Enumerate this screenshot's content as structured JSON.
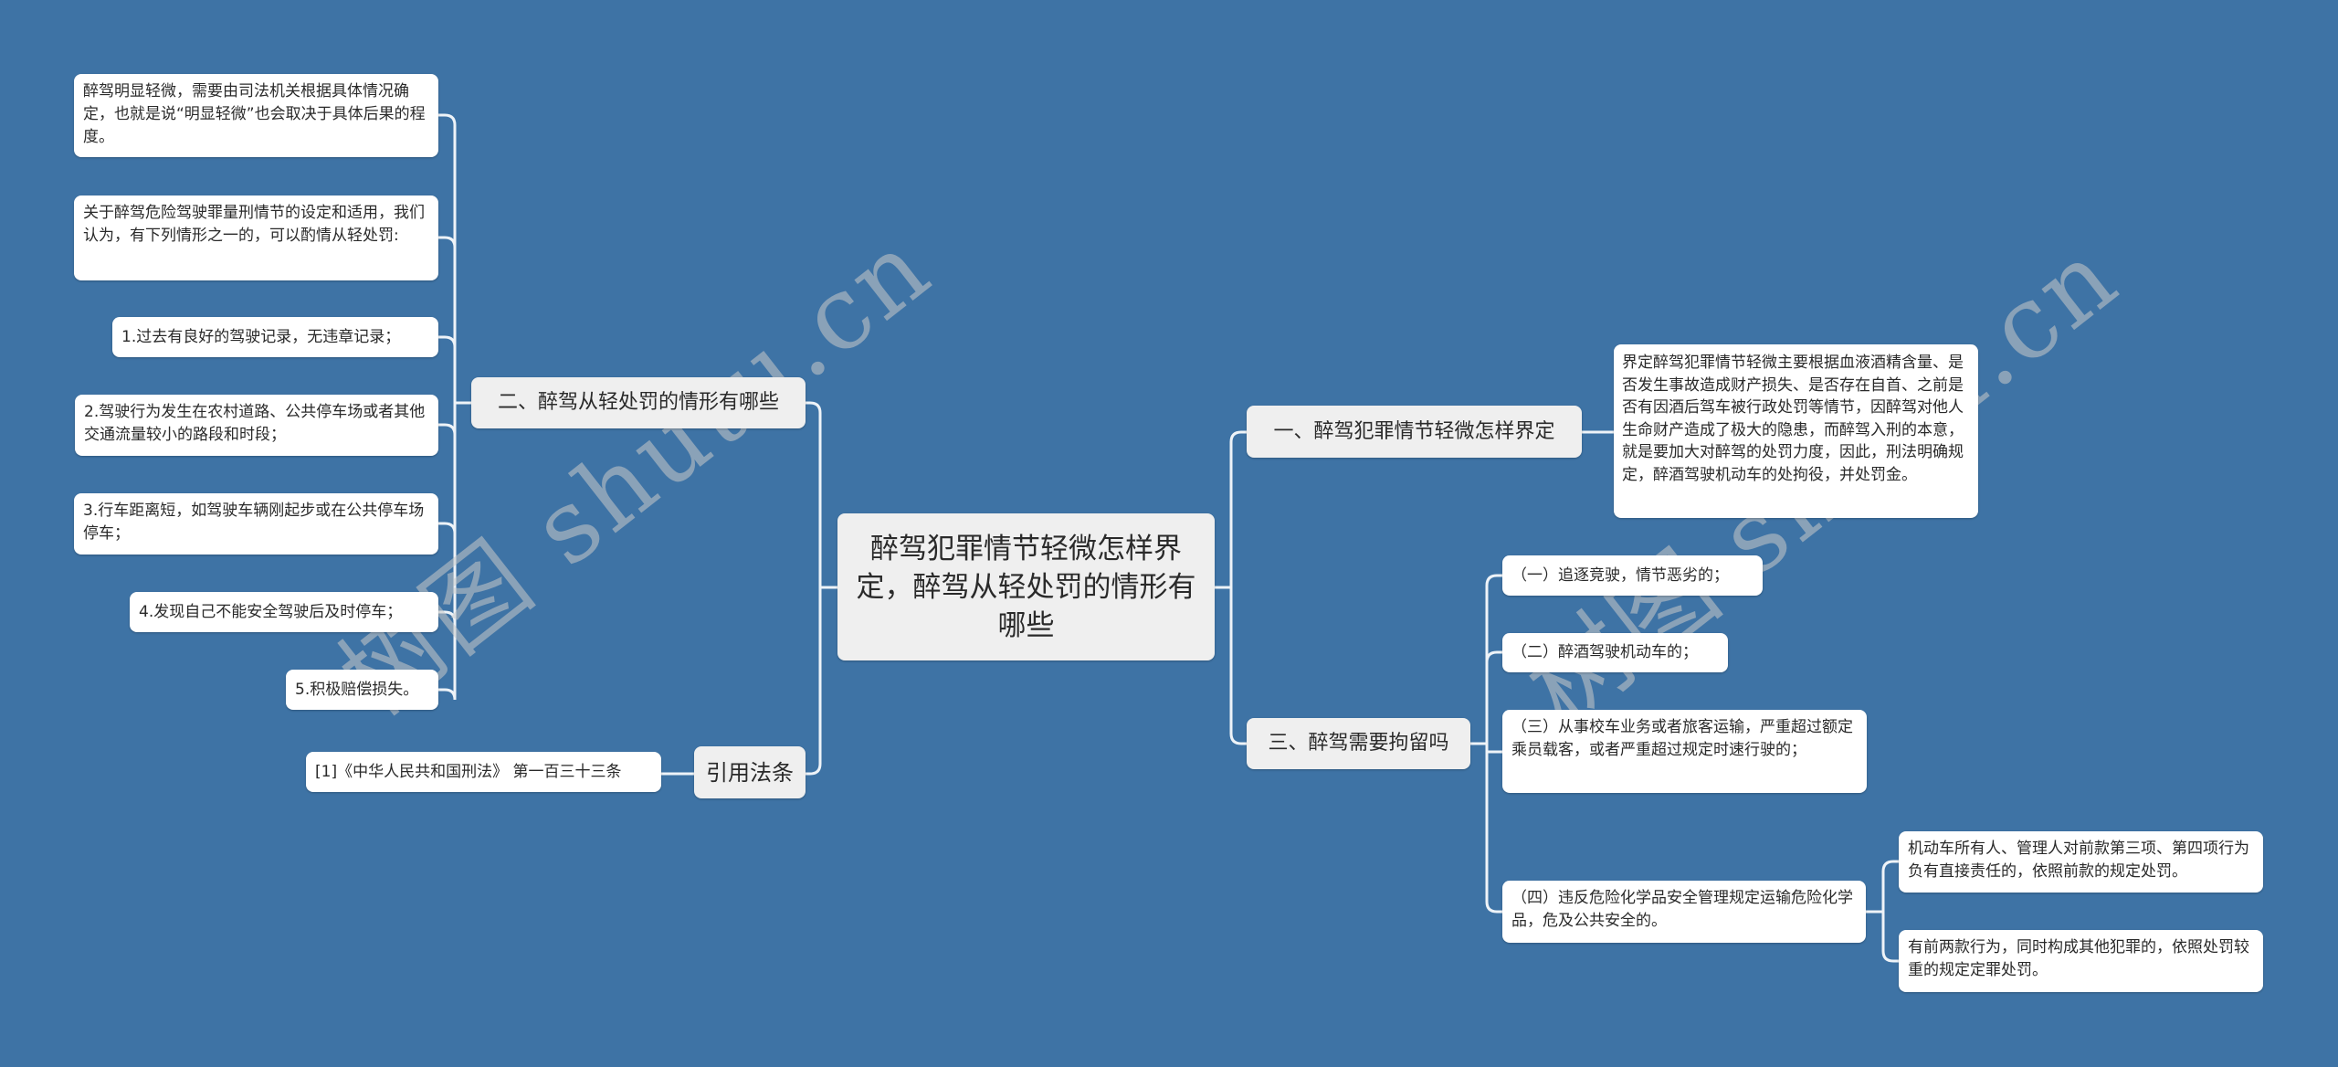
{
  "root": {
    "label": "醉驾犯罪情节轻微怎样界定，醉驾从轻处罚的情形有哪些"
  },
  "left_branches": [
    {
      "label": "二、醉驾从轻处罚的情形有哪些",
      "children": [
        "醉驾明显轻微，需要由司法机关根据具体情况确定，也就是说“明显轻微”也会取决于具体后果的程度。",
        "关于醉驾危险驾驶罪量刑情节的设定和适用，我们认为，有下列情形之一的，可以酌情从轻处罚:",
        "1.过去有良好的驾驶记录，无违章记录；",
        "2.驾驶行为发生在农村道路、公共停车场或者其他交通流量较小的路段和时段；",
        "3.行车距离短，如驾驶车辆刚起步或在公共停车场停车；",
        "4.发现自己不能安全驾驶后及时停车；",
        "5.积极赔偿损失。"
      ]
    },
    {
      "label": "引用法条",
      "children": [
        "[1]《中华人民共和国刑法》 第一百三十三条"
      ]
    }
  ],
  "right_branches": [
    {
      "label": "一、醉驾犯罪情节轻微怎样界定",
      "children": [
        "界定醉驾犯罪情节轻微主要根据血液酒精含量、是否发生事故造成财产损失、是否存在自首、之前是否有因酒后驾车被行政处罚等情节，因醉驾对他人生命财产造成了极大的隐患，而醉驾入刑的本意，就是要加大对醉驾的处罚力度，因此，刑法明确规定，醉酒驾驶机动车的处拘役，并处罚金。"
      ]
    },
    {
      "label": "三、醉驾需要拘留吗",
      "children": [
        {
          "label": "（一）追逐竞驶，情节恶劣的；"
        },
        {
          "label": "（二）醉酒驾驶机动车的；"
        },
        {
          "label": "（三）从事校车业务或者旅客运输，严重超过额定乘员载客，或者严重超过规定时速行驶的；"
        },
        {
          "label": "（四）违反危险化学品安全管理规定运输危险化学品，危及公共安全的。",
          "children": [
            "机动车所有人、管理人对前款第三项、第四项行为负有直接责任的，依照前款的规定处罚。",
            "有前两款行为，同时构成其他犯罪的，依照处罚较重的规定定罪处罚。"
          ]
        }
      ]
    }
  ],
  "watermark": {
    "text": "树图 shutu.cn"
  },
  "colors": {
    "background": "#3e73a5",
    "node_primary": "#efefef",
    "node_leaf": "#ffffff",
    "connector": "#eef3f8"
  }
}
